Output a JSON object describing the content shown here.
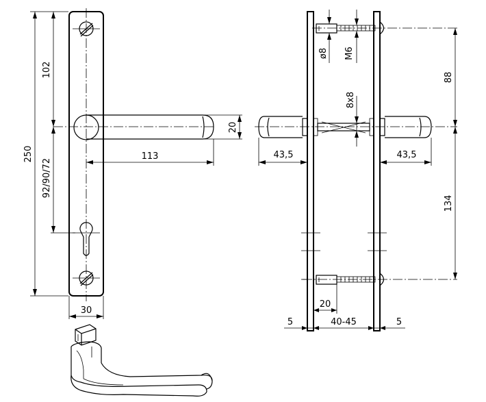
{
  "labels": {
    "height_total": "250",
    "height_upper": "102",
    "height_lower": "92/90/72",
    "plate_width": "30",
    "lever_length": "113",
    "lever_thickness": "20",
    "side_left_lever": "43,5",
    "side_right_lever": "43,5",
    "spindle": "8x8",
    "hole_diameter": "ø8",
    "screw_thread": "M6",
    "upper_offset": "88",
    "lower_offset": "134",
    "screw_depth": "20",
    "door_thickness": "40-45",
    "rose_left": "5",
    "rose_right": "5"
  }
}
